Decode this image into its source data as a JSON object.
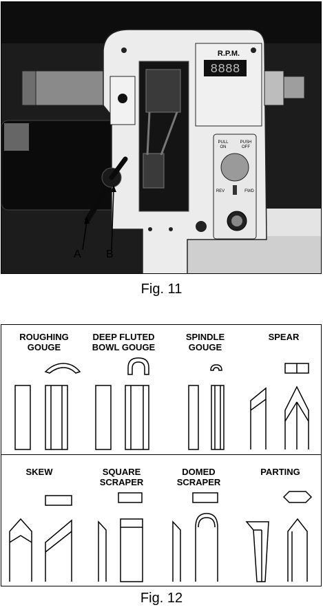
{
  "figure11": {
    "caption": "Fig. 11",
    "rpm_label": "R.P.M.",
    "display_digits": "8888",
    "labels": {
      "a": "A",
      "b": "B"
    },
    "panel_text": {
      "pull_on": "PULL\nON",
      "push_off": "PUSH\nOFF",
      "rev": "REV",
      "fwd": "FWD"
    }
  },
  "figure12": {
    "caption": "Fig. 12",
    "top_row": [
      {
        "label": "ROUGHING\nGOUGE"
      },
      {
        "label": "DEEP FLUTED\nBOWL GOUGE"
      },
      {
        "label": "SPINDLE\nGOUGE"
      },
      {
        "label": "SPEAR"
      }
    ],
    "bottom_row": [
      {
        "label": "SKEW"
      },
      {
        "label": "SQUARE\nSCRAPER"
      },
      {
        "label": "DOMED\nSCRAPER"
      },
      {
        "label": "PARTING"
      }
    ]
  }
}
